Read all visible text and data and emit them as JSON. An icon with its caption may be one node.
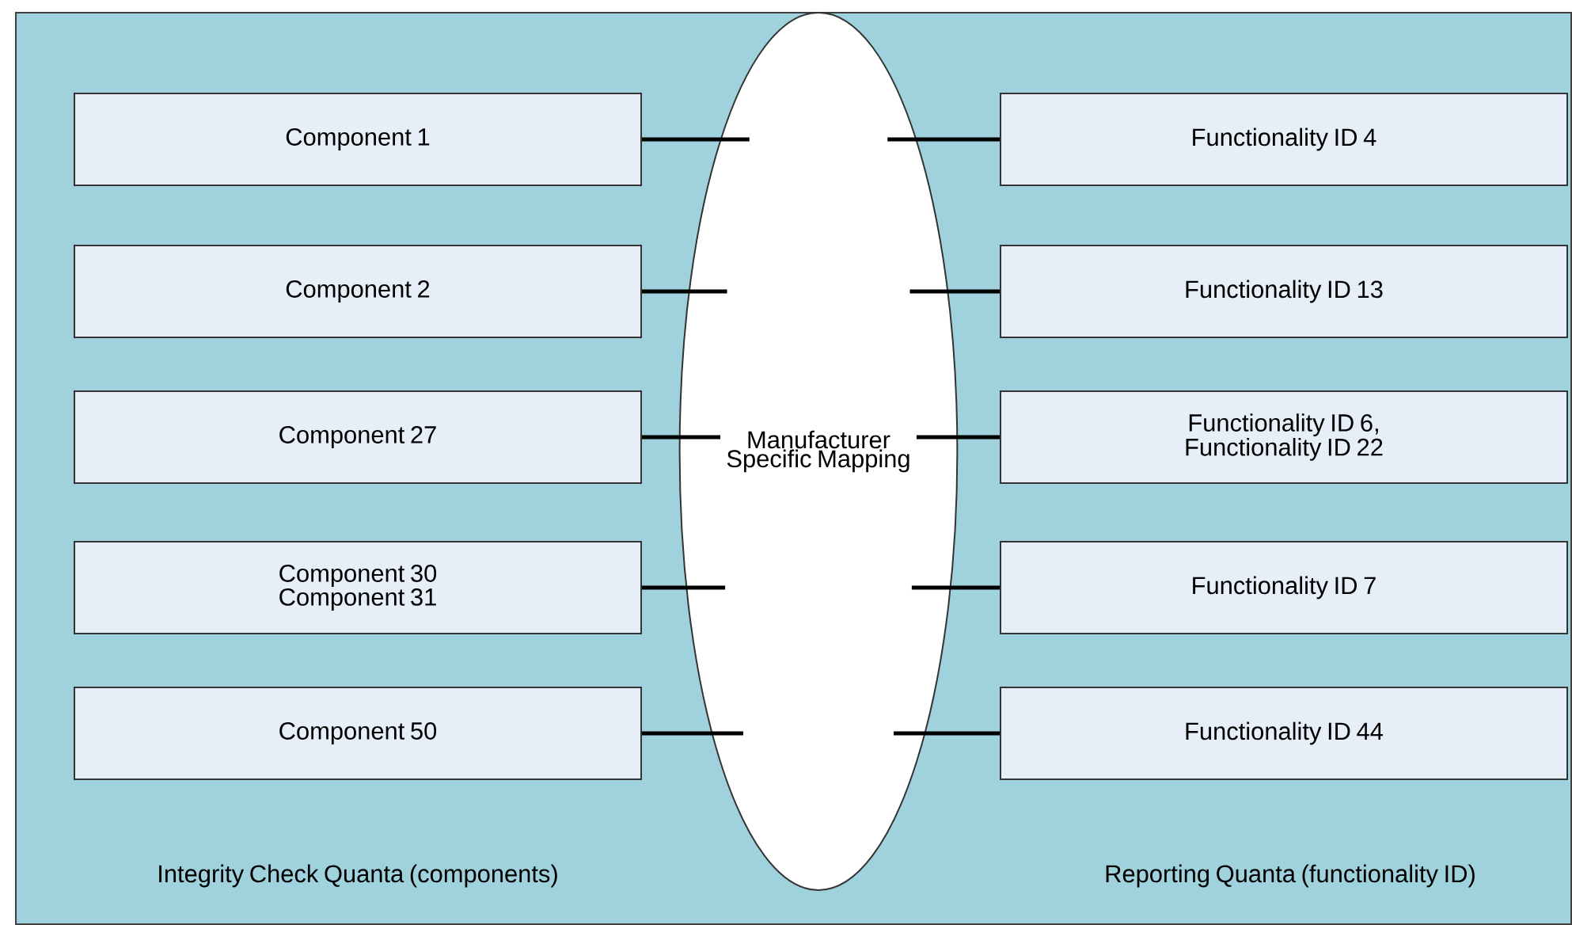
{
  "diagram": {
    "nodes": [
      {
        "text": [
          "Component 1"
        ]
      },
      {
        "text": [
          "Component 2"
        ]
      },
      {
        "text": [
          "Component 27"
        ]
      },
      {
        "text": [
          "Component 30 Component 31"
        ]
      },
      {
        "text": [
          "Component 50"
        ]
      },
      {
        "text": [
          "Manufacturer Specific Mapping"
        ]
      },
      {
        "text": [
          "Functionality ID 4"
        ]
      },
      {
        "text": [
          "Functionality ID 13"
        ]
      },
      {
        "text": [
          "Functionality ID 6, Functionality ID 22"
        ]
      },
      {
        "text": [
          "Functionality ID 7"
        ]
      },
      {
        "text": [
          "Functionality ID 44"
        ]
      }
    ],
    "edges": [
      {
        "from": 0,
        "to": 5,
        "arrow": "none"
      },
      {
        "from": 1,
        "to": 5,
        "arrow": "none"
      },
      {
        "from": 2,
        "to": 5,
        "arrow": "none"
      },
      {
        "from": 3,
        "to": 5,
        "arrow": "none"
      },
      {
        "from": 4,
        "to": 5,
        "arrow": "none"
      },
      {
        "from": 5,
        "to": 6,
        "arrow": "none"
      },
      {
        "from": 5,
        "to": 7,
        "arrow": "none"
      },
      {
        "from": 5,
        "to": 8,
        "arrow": "none"
      },
      {
        "from": 5,
        "to": 9,
        "arrow": "none"
      },
      {
        "from": 5,
        "to": 10,
        "arrow": "none"
      }
    ],
    "labels": [
      "Integrity Check Quanta (components)",
      "Reporting Quanta (functionality ID)"
    ]
  }
}
